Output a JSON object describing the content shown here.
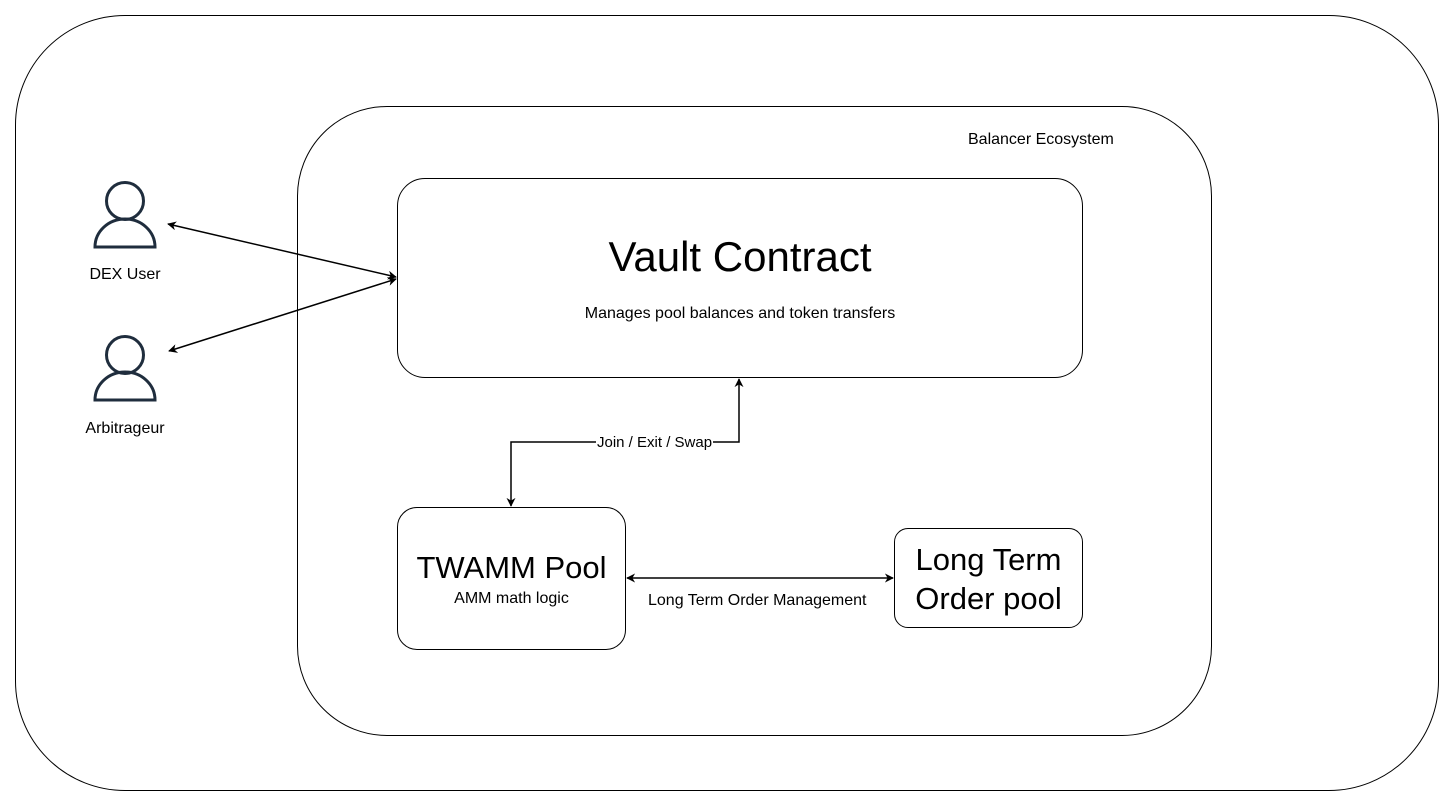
{
  "diagram": {
    "ecosystem": {
      "label": "Balancer Ecosystem"
    },
    "actors": [
      {
        "id": "dex-user",
        "label": "DEX User",
        "icon": "user-icon"
      },
      {
        "id": "arbitrageur",
        "label": "Arbitrageur",
        "icon": "user-icon"
      }
    ],
    "vault": {
      "title": "Vault Contract",
      "subtitle": "Manages pool balances and token transfers"
    },
    "twamm": {
      "title": "TWAMM Pool",
      "subtitle": "AMM math logic"
    },
    "ltop": {
      "title_line1": "Long Term",
      "title_line2": "Order pool"
    },
    "edges": {
      "vault_twamm": "Join / Exit / Swap",
      "twamm_ltop": "Long Term Order Management"
    },
    "colors": {
      "stroke": "#000000",
      "actor_icon": "#1f2d3d",
      "background": "#ffffff"
    }
  }
}
